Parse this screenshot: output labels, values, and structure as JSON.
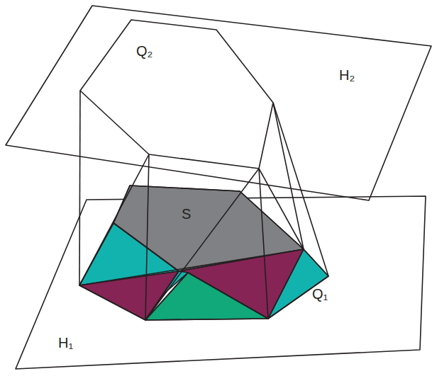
{
  "diagram": {
    "labels": [
      "Q₂",
      "H₂",
      "S",
      "Q₁",
      "H₁"
    ]
  }
}
